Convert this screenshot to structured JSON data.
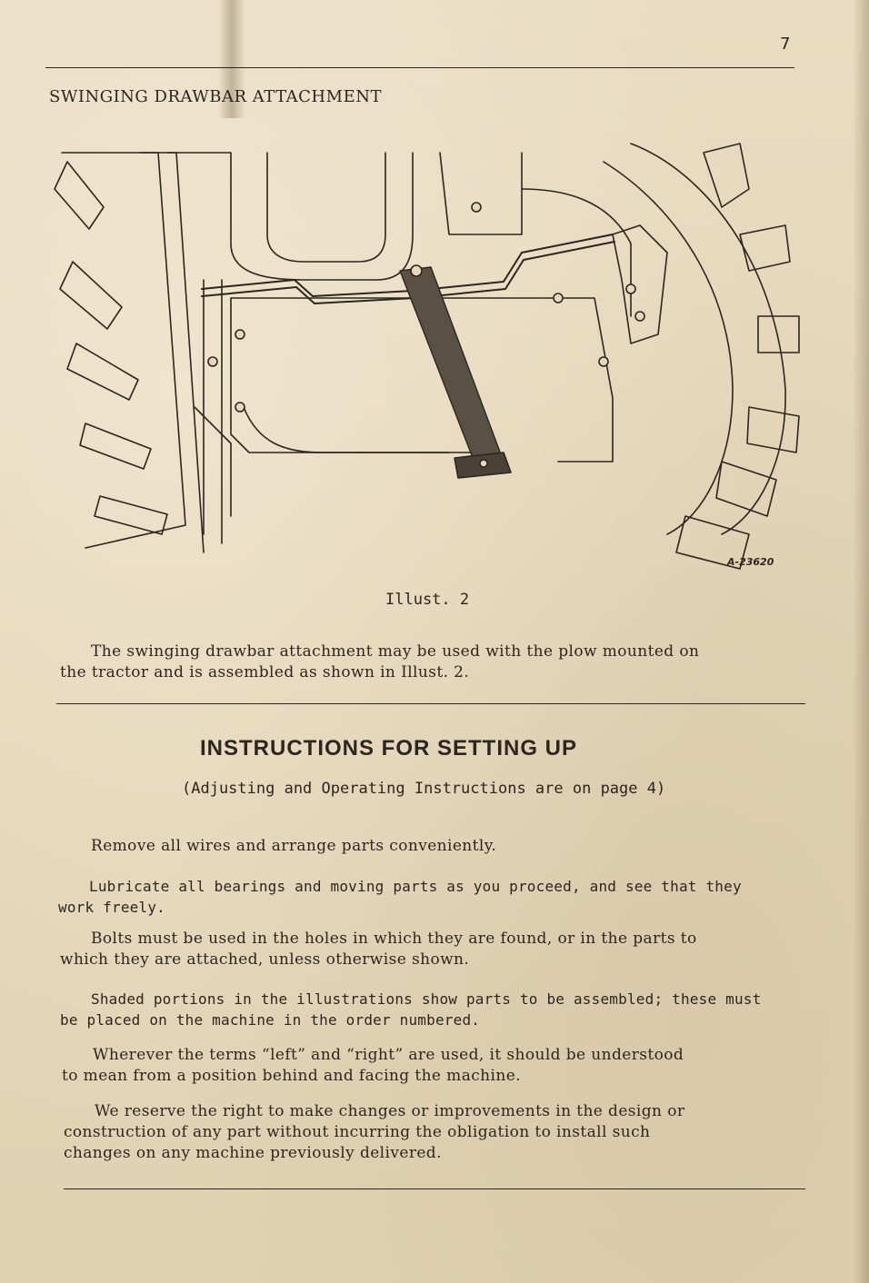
{
  "page_number": "7",
  "section_heading": "SWINGING DRAWBAR ATTACHMENT",
  "illustration": {
    "code": "A-23620",
    "caption": "Illust. 2"
  },
  "intro_paragraph": {
    "line1": "The swinging drawbar attachment may be used with the plow mounted on",
    "line2": "the tractor and is assembled as shown in Illust. 2."
  },
  "instructions": {
    "title": "INSTRUCTIONS FOR SETTING UP",
    "subtitle": "(Adjusting and Operating Instructions are on page 4)",
    "p1": "Remove all wires and arrange parts conveniently.",
    "p2_line1": "Lubricate all bearings and moving parts as you proceed, and see that they",
    "p2_line2": "work freely.",
    "p3_line1": "Bolts must be used in the holes in which they are found, or in the parts to",
    "p3_line2": "which they are attached, unless otherwise shown.",
    "p4_line1": "Shaded portions in the illustrations show parts to be assembled; these must",
    "p4_line2": "be placed on the machine in the order numbered.",
    "p5_line1": "Wherever the terms “left” and “right” are used, it should be understood",
    "p5_line2": "to mean from a position behind and facing the machine.",
    "p6_line1": "We reserve the right to make changes or improvements in the design or",
    "p6_line2": "construction of any part without incurring the obligation to install such",
    "p6_line3": "changes on any machine previously delivered."
  },
  "colors": {
    "paper": "#e6d8bd",
    "ink": "#2b2620"
  }
}
